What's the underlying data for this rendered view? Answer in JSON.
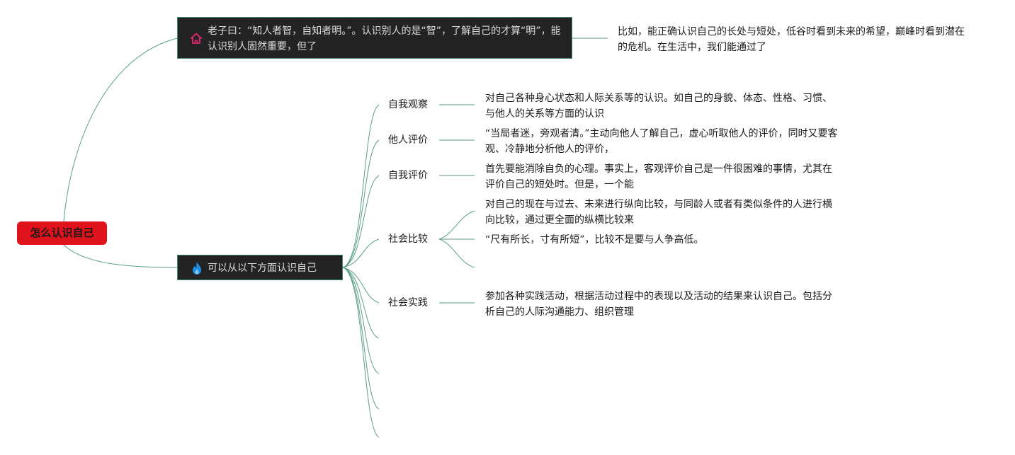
{
  "root": {
    "label": "怎么认识自己"
  },
  "branches": {
    "quote": {
      "icon": "house-icon",
      "icon_color": "#d6266b",
      "text": "老子曰：“知人者智，自知者明。”。认识别人的是“智”，了解自己的才算“明”，能认识别人固然重要，但了",
      "detail": "比如，能正确认识自己的长处与短处，低谷时看到未来的希望，巅峰时看到潜在的危机。在生活中，我们能通过了"
    },
    "aspects": {
      "icon": "flame-icon",
      "icon_color": "#1e8fe0",
      "text": "可以从以下方面认识自己",
      "children": [
        {
          "label": "自我观察",
          "details": [
            "对自己各种身心状态和人际关系等的认识。如自己的身貌、体态、性格、习惯、与他人的关系等方面的认识"
          ]
        },
        {
          "label": "他人评价",
          "details": [
            "“当局者迷，旁观者清。”主动向他人了解自己，虚心听取他人的评价，同时又要客观、冷静地分析他人的评价，"
          ]
        },
        {
          "label": "自我评价",
          "details": [
            "首先要能消除自负的心理。事实上，客观评价自己是一件很困难的事情，尤其在评价自己的短处时。但是，一个能"
          ]
        },
        {
          "label": "社会比较",
          "details": [
            "对自己的现在与过去、未来进行纵向比较，与同龄人或者有类似条件的人进行横向比较，通过更全面的纵横比较来",
            "“尺有所长，寸有所短”，比较不是要与人争高低。"
          ]
        },
        {
          "label": "社会实践",
          "details": [
            "参加各种实践活动，根据活动过程中的表现以及活动的结果来认识自己。包括分析自己的人际沟通能力、组织管理"
          ]
        }
      ]
    }
  },
  "colors": {
    "root_fill": "#e0121c",
    "branch_fill": "#232323",
    "branch_border": "#3d8a70",
    "connector": "#5a9e86"
  }
}
